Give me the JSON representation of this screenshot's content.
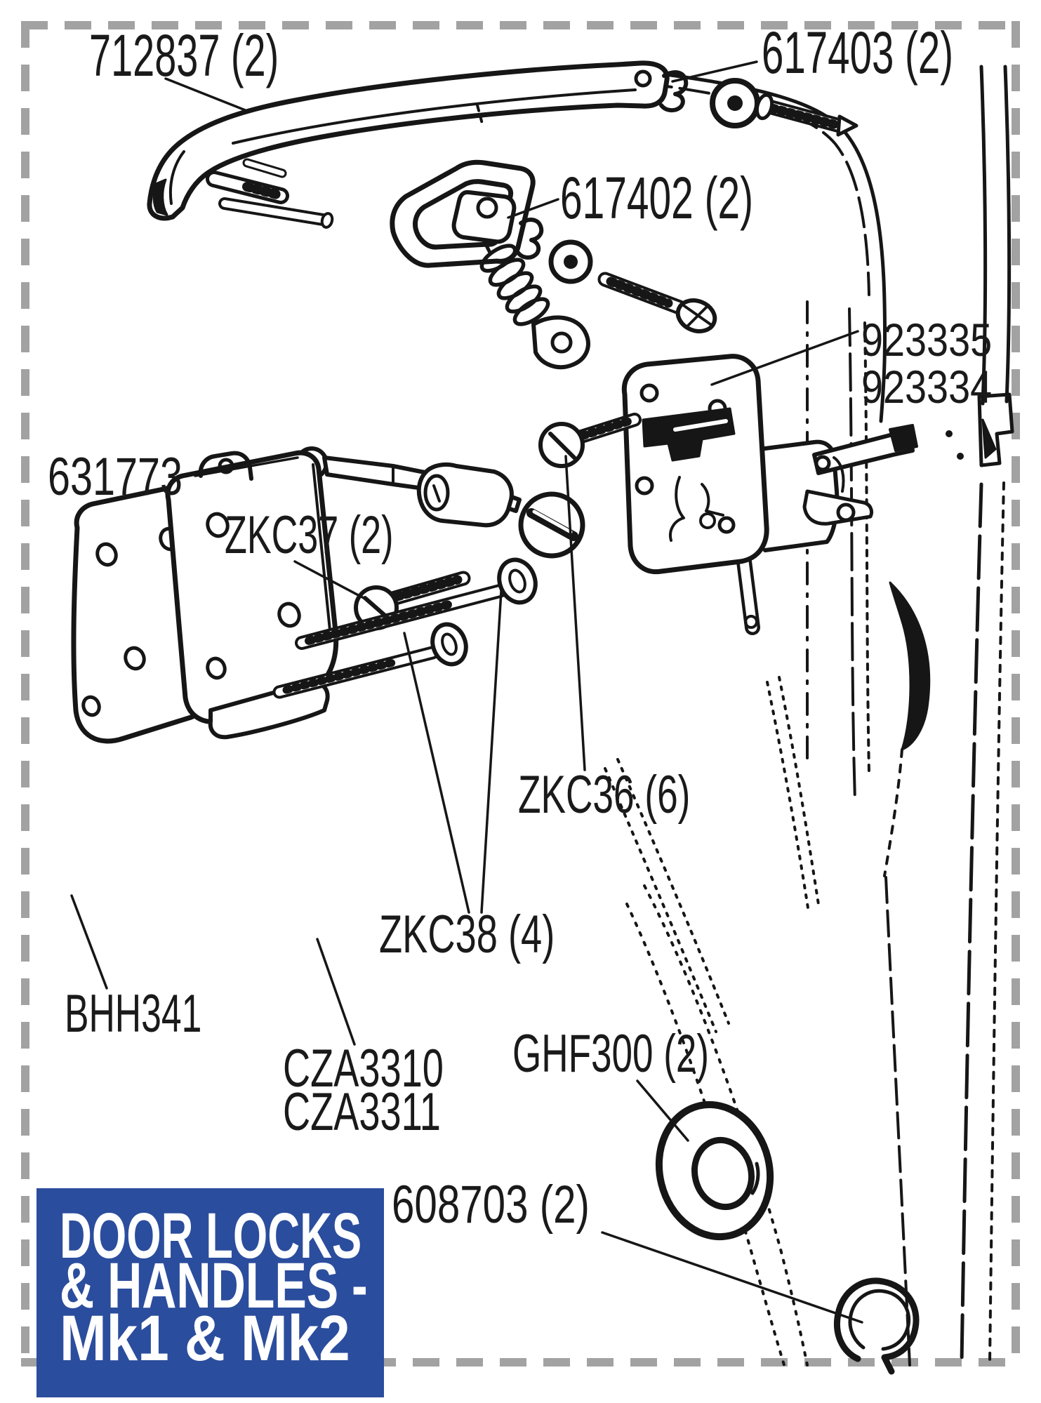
{
  "labels": [
    {
      "name": "712837",
      "text": "712837 (2)"
    },
    {
      "name": "617403",
      "text": "617403 (2)"
    },
    {
      "name": "617402",
      "text": "617402 (2)"
    },
    {
      "name": "923335",
      "text": "923335"
    },
    {
      "name": "923334",
      "text": "923334"
    },
    {
      "name": "631773",
      "text": "631773"
    },
    {
      "name": "ZKC37",
      "text": "ZKC37 (2)"
    },
    {
      "name": "ZKC36",
      "text": "ZKC36 (6)"
    },
    {
      "name": "ZKC38",
      "text": "ZKC38 (4)"
    },
    {
      "name": "BHH341",
      "text": "BHH341"
    },
    {
      "name": "CZA3310",
      "text": "CZA3310"
    },
    {
      "name": "CZA3311",
      "text": "CZA3311"
    },
    {
      "name": "GHF300",
      "text": "GHF300 (2)"
    },
    {
      "name": "608703",
      "text": "608703 (2)"
    }
  ],
  "title_box": {
    "line1": "DOOR LOCKS",
    "line2": "& HANDLES -",
    "line3": "Mk1 & Mk2"
  },
  "colors": {
    "ink": "#161616",
    "label_text": "#1a1a1a",
    "border_gray": "#a2a2a2",
    "title_box_blue": "#2b4d9d",
    "title_box_red": "#ee2d36",
    "background": "#ffffff"
  }
}
